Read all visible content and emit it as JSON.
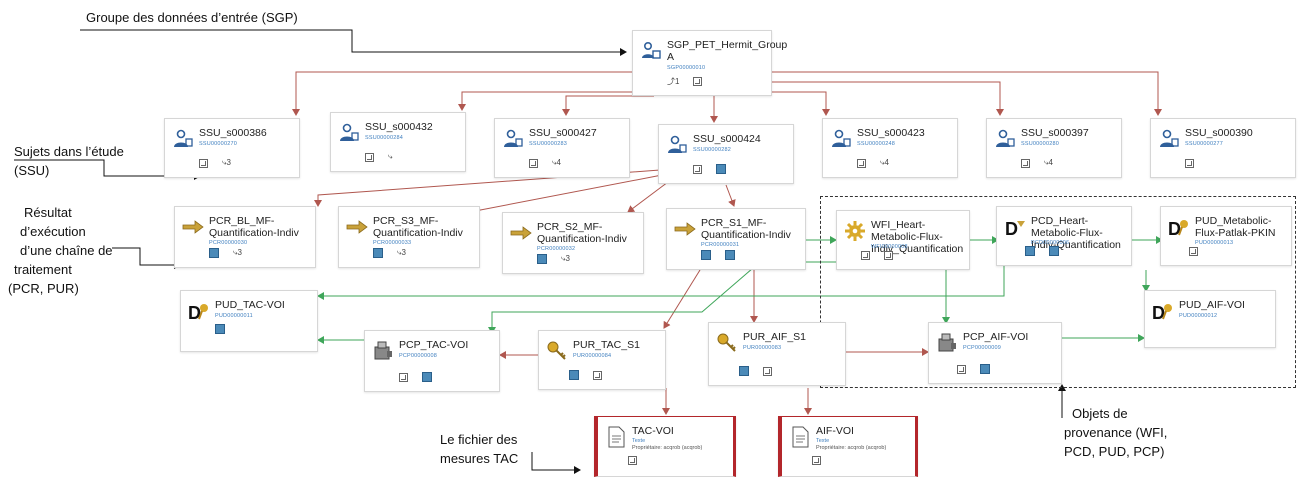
{
  "annotations": {
    "sgp": "Groupe des données d’entrée (SGP)",
    "ssu_line1": "Sujets dans l’étude",
    "ssu_line2": "(SSU)",
    "pcr_line1": "Résultat",
    "pcr_line2": "d’exécution",
    "pcr_line3": "d’une chaîne de",
    "pcr_line4": "traitement",
    "pcr_line5": "(PCR, PUR)",
    "tac_line1": "Le fichier des",
    "tac_line2": "mesures TAC",
    "obj_line1": "Objets de",
    "obj_line2": "provenance (WFI,",
    "obj_line3": "PCD, PUD, PCP)"
  },
  "nodes": {
    "sgp": {
      "title": "SGP_PET_Hermit_Group A",
      "id": "SGP00000010",
      "icon": "group-icon",
      "count": "1"
    },
    "ssu386": {
      "title": "SSU_s000386",
      "id": "SSU00000270",
      "icon": "subject-icon",
      "count": "3"
    },
    "ssu432": {
      "title": "SSU_s000432",
      "id": "SSU00000284",
      "icon": "subject-icon"
    },
    "ssu427": {
      "title": "SSU_s000427",
      "id": "SSU00000283",
      "icon": "subject-icon",
      "count": "4"
    },
    "ssu424": {
      "title": "SSU_s000424",
      "id": "SSU00000282",
      "icon": "subject-icon"
    },
    "ssu423": {
      "title": "SSU_s000423",
      "id": "SSU00000248",
      "icon": "subject-icon",
      "count": "4"
    },
    "ssu397": {
      "title": "SSU_s000397",
      "id": "SSU00000280",
      "icon": "subject-icon",
      "count": "4"
    },
    "ssu390": {
      "title": "SSU_s000390",
      "id": "SSU00000277",
      "icon": "subject-icon"
    },
    "pcrbl": {
      "title": "PCR_BL_MF-Quantification-Indiv",
      "id": "PCR00000030",
      "icon": "arrow-icon",
      "count": "3"
    },
    "pcrs3": {
      "title": "PCR_S3_MF-Quantification-Indiv",
      "id": "PCR00000033",
      "icon": "arrow-icon",
      "count": "3"
    },
    "pcrs2": {
      "title": "PCR_S2_MF-Quantification-Indiv",
      "id": "PCR00000032",
      "icon": "arrow-icon",
      "count": "3"
    },
    "pcrs1": {
      "title": "PCR_S1_MF-Quantification-Indiv",
      "id": "PCR00000031",
      "icon": "arrow-icon"
    },
    "wfi": {
      "title": "WFI_Heart-Metabolic-Flux-Indiv_Quantification",
      "id": "WFI00000008",
      "icon": "gear-icon"
    },
    "pcd": {
      "title": "PCD_Heart-Metabolic-Flux-Indiv-Quantification",
      "id": "PCD00000006",
      "icon": "pcd-icon"
    },
    "pudmf": {
      "title": "PUD_Metabolic-Flux-Patlak-PKIN",
      "id": "PUD00000013",
      "icon": "pud-icon"
    },
    "pudtac": {
      "title": "PUD_TAC-VOI",
      "id": "PUD00000011",
      "icon": "pud-icon"
    },
    "pudaif": {
      "title": "PUD_AIF-VOI",
      "id": "PUD00000012",
      "icon": "pud-icon"
    },
    "pcptac": {
      "title": "PCP_TAC-VOI",
      "id": "PCP00000008",
      "icon": "pcp-icon"
    },
    "purtac": {
      "title": "PUR_TAC_S1",
      "id": "PUR00000084",
      "icon": "key-icon"
    },
    "puraif": {
      "title": "PUR_AIF_S1",
      "id": "PUR00000083",
      "icon": "key-icon"
    },
    "pcpaif": {
      "title": "PCP_AIF-VOI",
      "id": "PCP00000009",
      "icon": "pcp-icon"
    },
    "tacvoi": {
      "title": "TAC-VOI",
      "type": "Texte",
      "owner": "Propriétaire: acqrob (acqrob)",
      "icon": "file-icon"
    },
    "aifvoi": {
      "title": "AIF-VOI",
      "type": "Texte",
      "owner": "Propriétaire: acqrob (acqrob)",
      "icon": "file-icon"
    }
  },
  "colors": {
    "red_link": "#b0574f",
    "green_link": "#3fa65a",
    "file_border": "#b3262b",
    "id_blue": "#3f7fbf"
  }
}
